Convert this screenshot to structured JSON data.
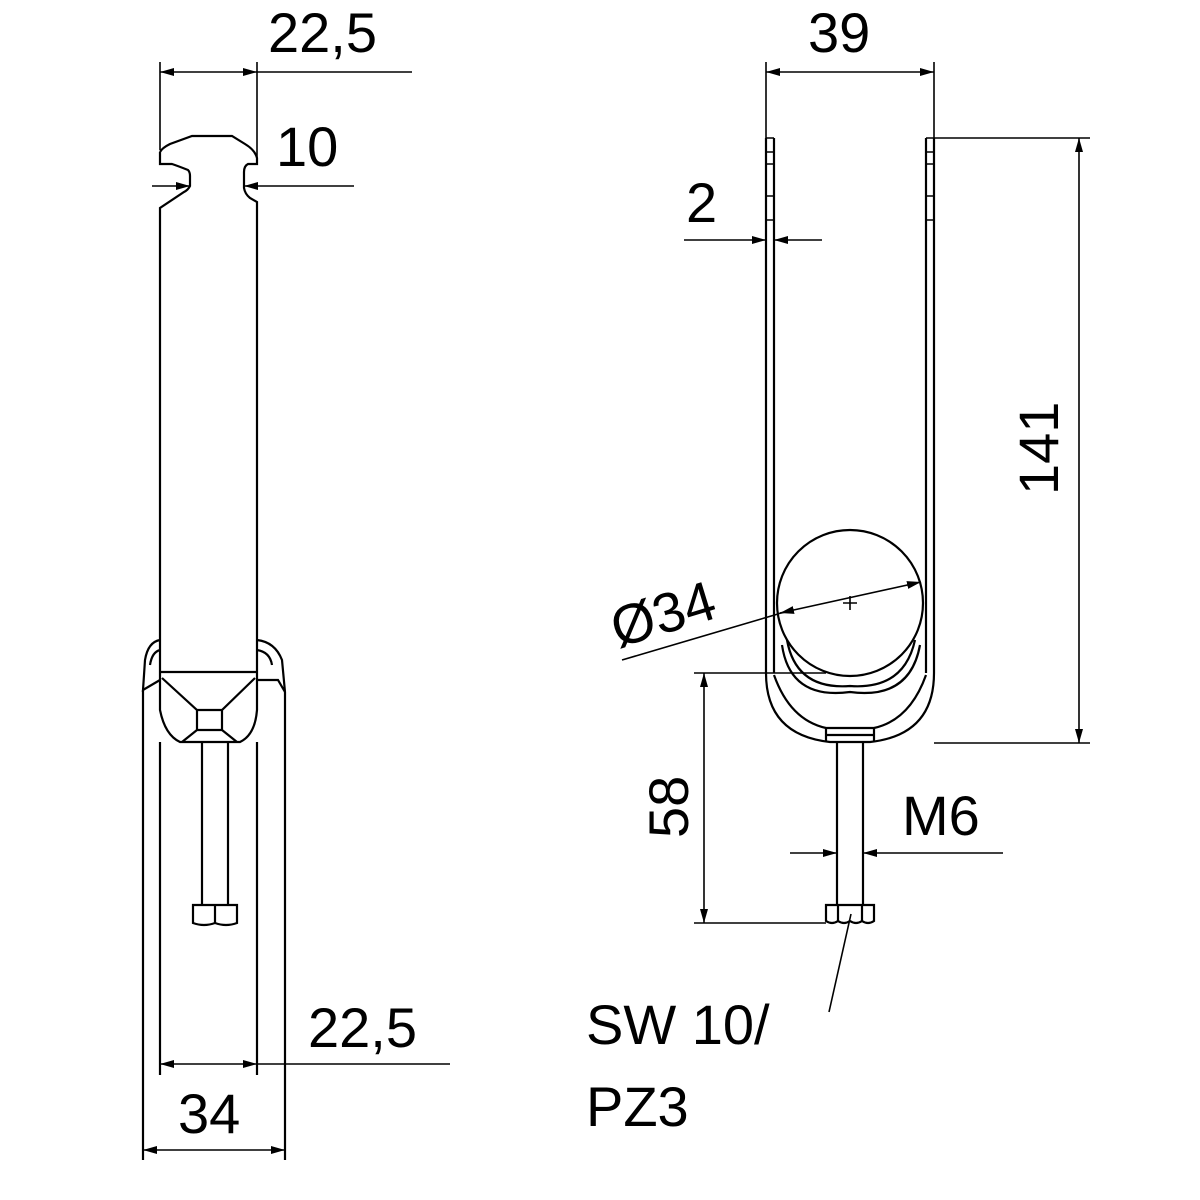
{
  "drawing": {
    "title": "Cable clamp technical drawing",
    "colors": {
      "line": "#000000",
      "background": "#ffffff"
    },
    "side_view": {
      "dims": {
        "top_width": "22,5",
        "slot_width": "10",
        "bottom_inner_width": "22,5",
        "bottom_outer_width": "34"
      }
    },
    "front_view": {
      "dims": {
        "opening_width": "39",
        "material_thickness": "2",
        "total_height": "141",
        "clamp_diameter": "Ø34",
        "screw_length": "58",
        "thread": "M6",
        "drive_line1": "SW 10/",
        "drive_line2": "PZ3"
      }
    }
  }
}
